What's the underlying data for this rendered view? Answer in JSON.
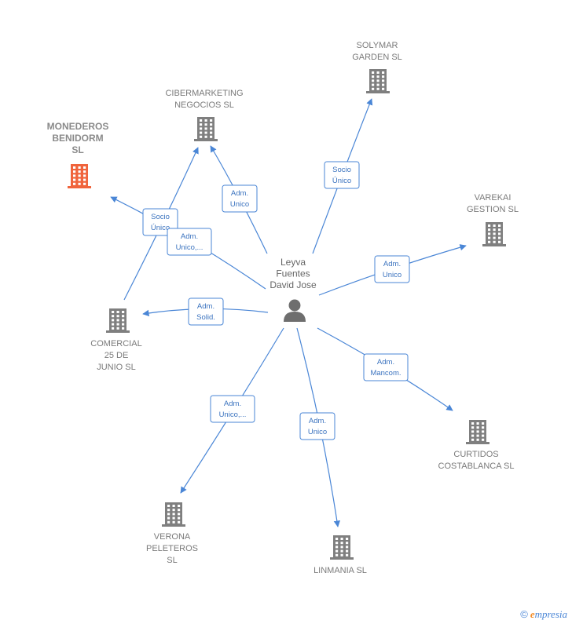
{
  "center": {
    "label_lines": [
      "Leyva",
      "Fuentes",
      "David Jose"
    ]
  },
  "companies": [
    {
      "id": "solymar",
      "label_lines": [
        "SOLYMAR",
        "GARDEN SL"
      ],
      "highlight": false
    },
    {
      "id": "cibermarketing",
      "label_lines": [
        "CIBERMARKETING",
        "NEGOCIOS SL"
      ],
      "highlight": false
    },
    {
      "id": "monederos",
      "label_lines": [
        "MONEDEROS",
        "BENIDORM",
        "SL"
      ],
      "highlight": true
    },
    {
      "id": "varekai",
      "label_lines": [
        "VAREKAI",
        "GESTION SL"
      ],
      "highlight": false
    },
    {
      "id": "comercial",
      "label_lines": [
        "COMERCIAL",
        "25 DE",
        "JUNIO SL"
      ],
      "highlight": false
    },
    {
      "id": "curtidos",
      "label_lines": [
        "CURTIDOS",
        "COSTABLANCA SL"
      ],
      "highlight": false
    },
    {
      "id": "verona",
      "label_lines": [
        "VERONA",
        "PELETEROS",
        "SL"
      ],
      "highlight": false
    },
    {
      "id": "linmania",
      "label_lines": [
        "LINMANIA  SL"
      ],
      "highlight": false
    }
  ],
  "relations": [
    {
      "target": "solymar",
      "label_lines": [
        "Socio",
        "Único"
      ]
    },
    {
      "target": "cibermarketing",
      "label_lines": [
        "Adm.",
        "Unico"
      ]
    },
    {
      "target": "cibermarketing",
      "label_lines": [
        "Socio",
        "Único"
      ],
      "source": "comercial"
    },
    {
      "target": "monederos",
      "label_lines": [
        "Adm.",
        "Unico,..."
      ]
    },
    {
      "target": "varekai",
      "label_lines": [
        "Adm.",
        "Unico"
      ]
    },
    {
      "target": "comercial",
      "label_lines": [
        "Adm.",
        "Solid."
      ]
    },
    {
      "target": "curtidos",
      "label_lines": [
        "Adm.",
        "Mancom."
      ]
    },
    {
      "target": "verona",
      "label_lines": [
        "Adm.",
        "Unico,..."
      ]
    },
    {
      "target": "linmania",
      "label_lines": [
        "Adm.",
        "Unico"
      ]
    }
  ],
  "colors": {
    "building": "#7f7f7f",
    "building_highlight": "#f0643c",
    "edge": "#4a86d6",
    "person": "#6e6e6e"
  },
  "footer": {
    "copyright": "©",
    "brand_initial": "e",
    "brand_rest": "mpresia"
  }
}
